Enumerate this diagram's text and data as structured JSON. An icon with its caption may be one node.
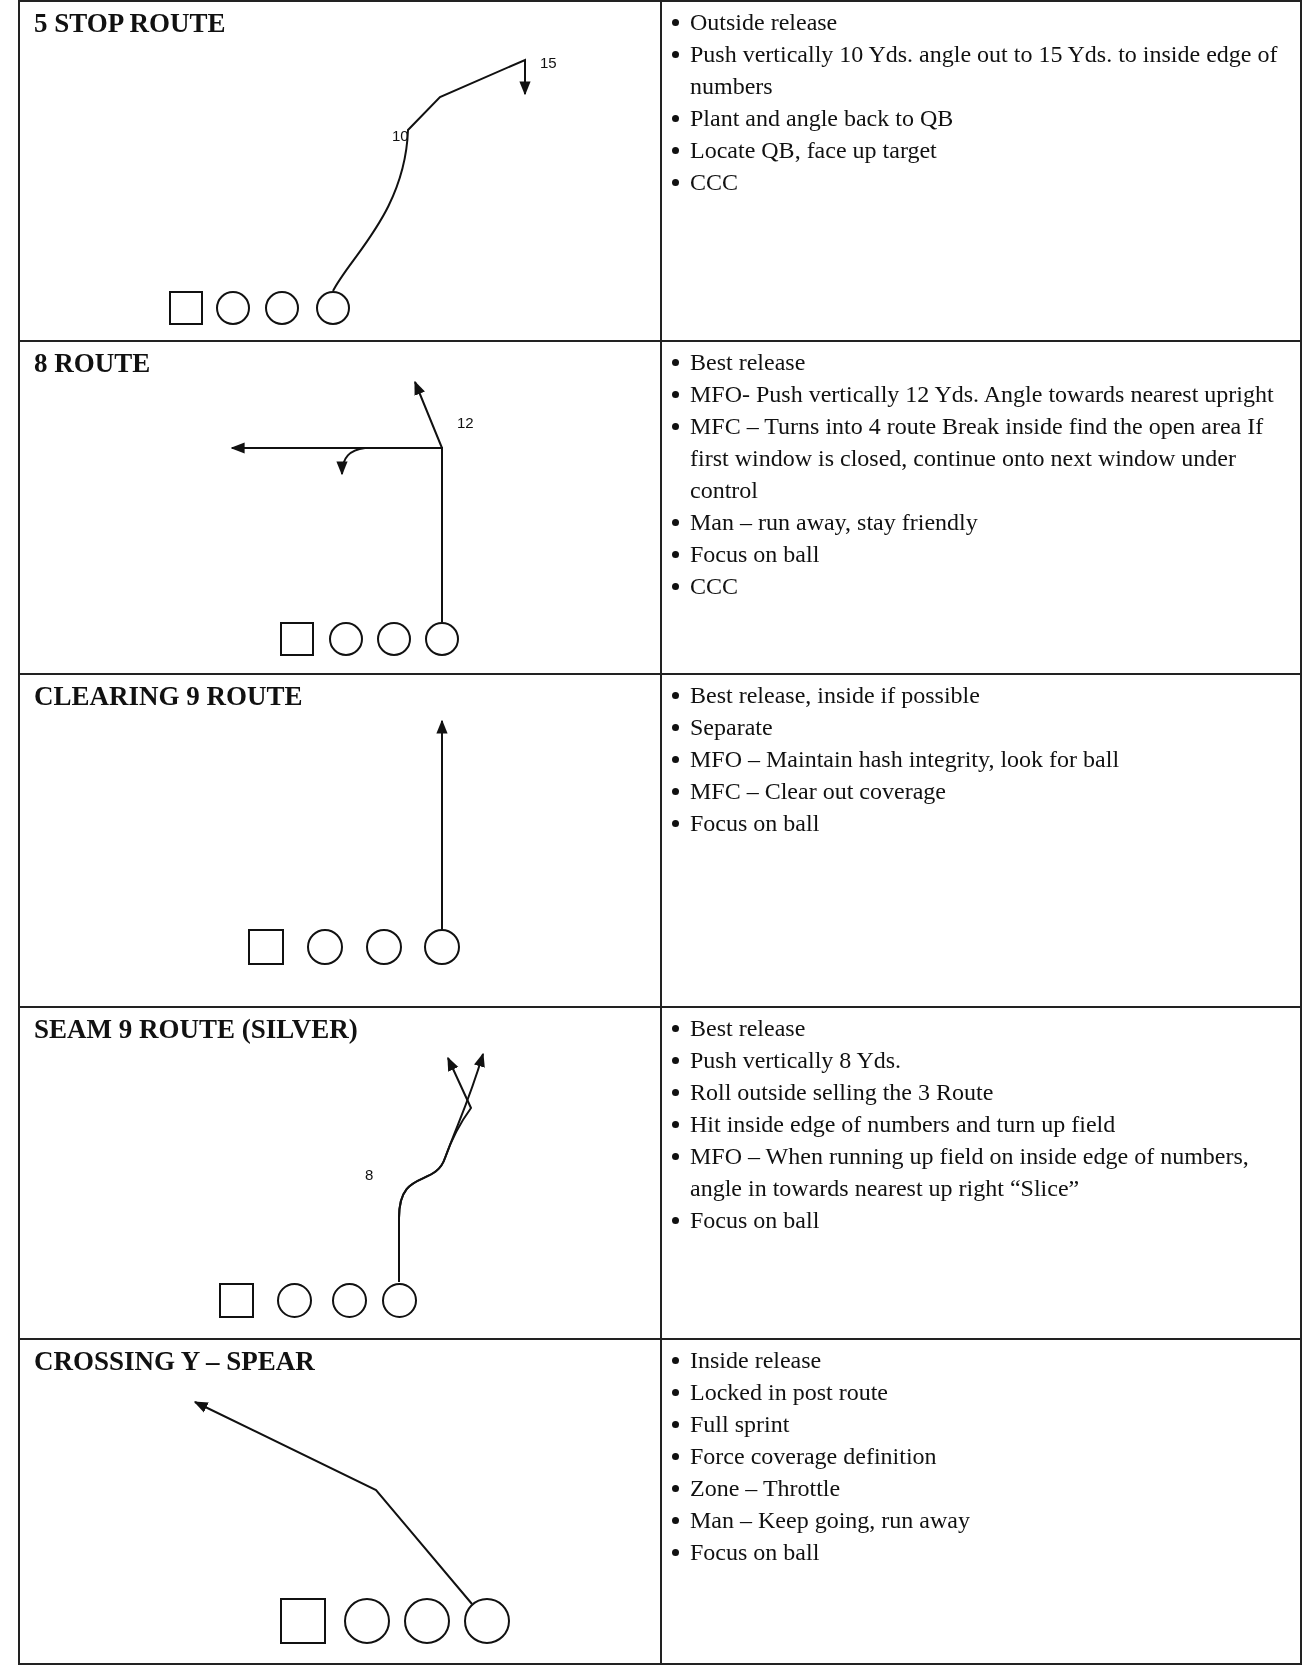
{
  "diagram": {
    "nodes": [
      {
        "text": [],
        "shape": "box"
      },
      {
        "text": [],
        "shape": "circle"
      },
      {
        "text": [],
        "shape": "circle"
      },
      {
        "text": [],
        "shape": "circle"
      },
      {
        "text": [],
        "shape": "box"
      },
      {
        "text": [],
        "shape": "circle"
      },
      {
        "text": [],
        "shape": "circle"
      },
      {
        "text": [],
        "shape": "circle"
      },
      {
        "text": [],
        "shape": "box"
      },
      {
        "text": [],
        "shape": "circle"
      },
      {
        "text": [],
        "shape": "circle"
      },
      {
        "text": [],
        "shape": "circle"
      },
      {
        "text": [],
        "shape": "box"
      },
      {
        "text": [],
        "shape": "circle"
      },
      {
        "text": [],
        "shape": "circle"
      },
      {
        "text": [],
        "shape": "circle"
      },
      {
        "text": [],
        "shape": "box"
      },
      {
        "text": [],
        "shape": "circle"
      },
      {
        "text": [],
        "shape": "circle"
      },
      {
        "text": [],
        "shape": "circle"
      }
    ],
    "edges": [
      {
        "from": 3,
        "to": null,
        "arrow": "to"
      },
      {
        "from": 7,
        "to": null,
        "arrow": "to"
      },
      {
        "from": 7,
        "to": null,
        "arrow": "to"
      },
      {
        "from": 7,
        "to": null,
        "arrow": "to"
      },
      {
        "from": 11,
        "to": null,
        "arrow": "to"
      },
      {
        "from": 15,
        "to": null,
        "arrow": "to"
      },
      {
        "from": 15,
        "to": null,
        "arrow": "to"
      },
      {
        "from": 19,
        "to": null,
        "arrow": "to"
      }
    ],
    "labels": [
      "5 STOP ROUTE",
      "15",
      "10",
      "Outside release",
      "Push vertically 10 Yds. angle out to 15 Yds. to inside edge of numbers",
      "Plant and angle back to QB",
      "Locate QB, face up target",
      "CCC",
      "8 ROUTE",
      "12",
      "Best release",
      "MFO- Push vertically 12 Yds. Angle towards nearest upright",
      "MFC – Turns into 4 route Break inside find the open area If first window is closed, continue onto next window under control",
      "Man – run away, stay friendly",
      "Focus on ball",
      "CCC",
      "CLEARING 9 ROUTE",
      "Best release, inside if possible",
      "Separate",
      "MFO – Maintain hash integrity, look for ball",
      "MFC – Clear out coverage",
      "Focus on ball",
      "SEAM 9 ROUTE (SILVER)",
      "8",
      "Best release",
      "Push vertically 8 Yds.",
      "Roll outside selling the 3 Route",
      "Hit inside edge of numbers and turn up field",
      "MFO – When running up field on inside edge of numbers, angle in towards nearest up right “Slice”",
      "Focus on ball",
      "CROSSING Y – SPEAR",
      "Inside release",
      "Locked in post route",
      "Full sprint",
      "Force coverage definition",
      "Zone – Throttle",
      "Man – Keep going, run away",
      "Focus on ball"
    ]
  }
}
